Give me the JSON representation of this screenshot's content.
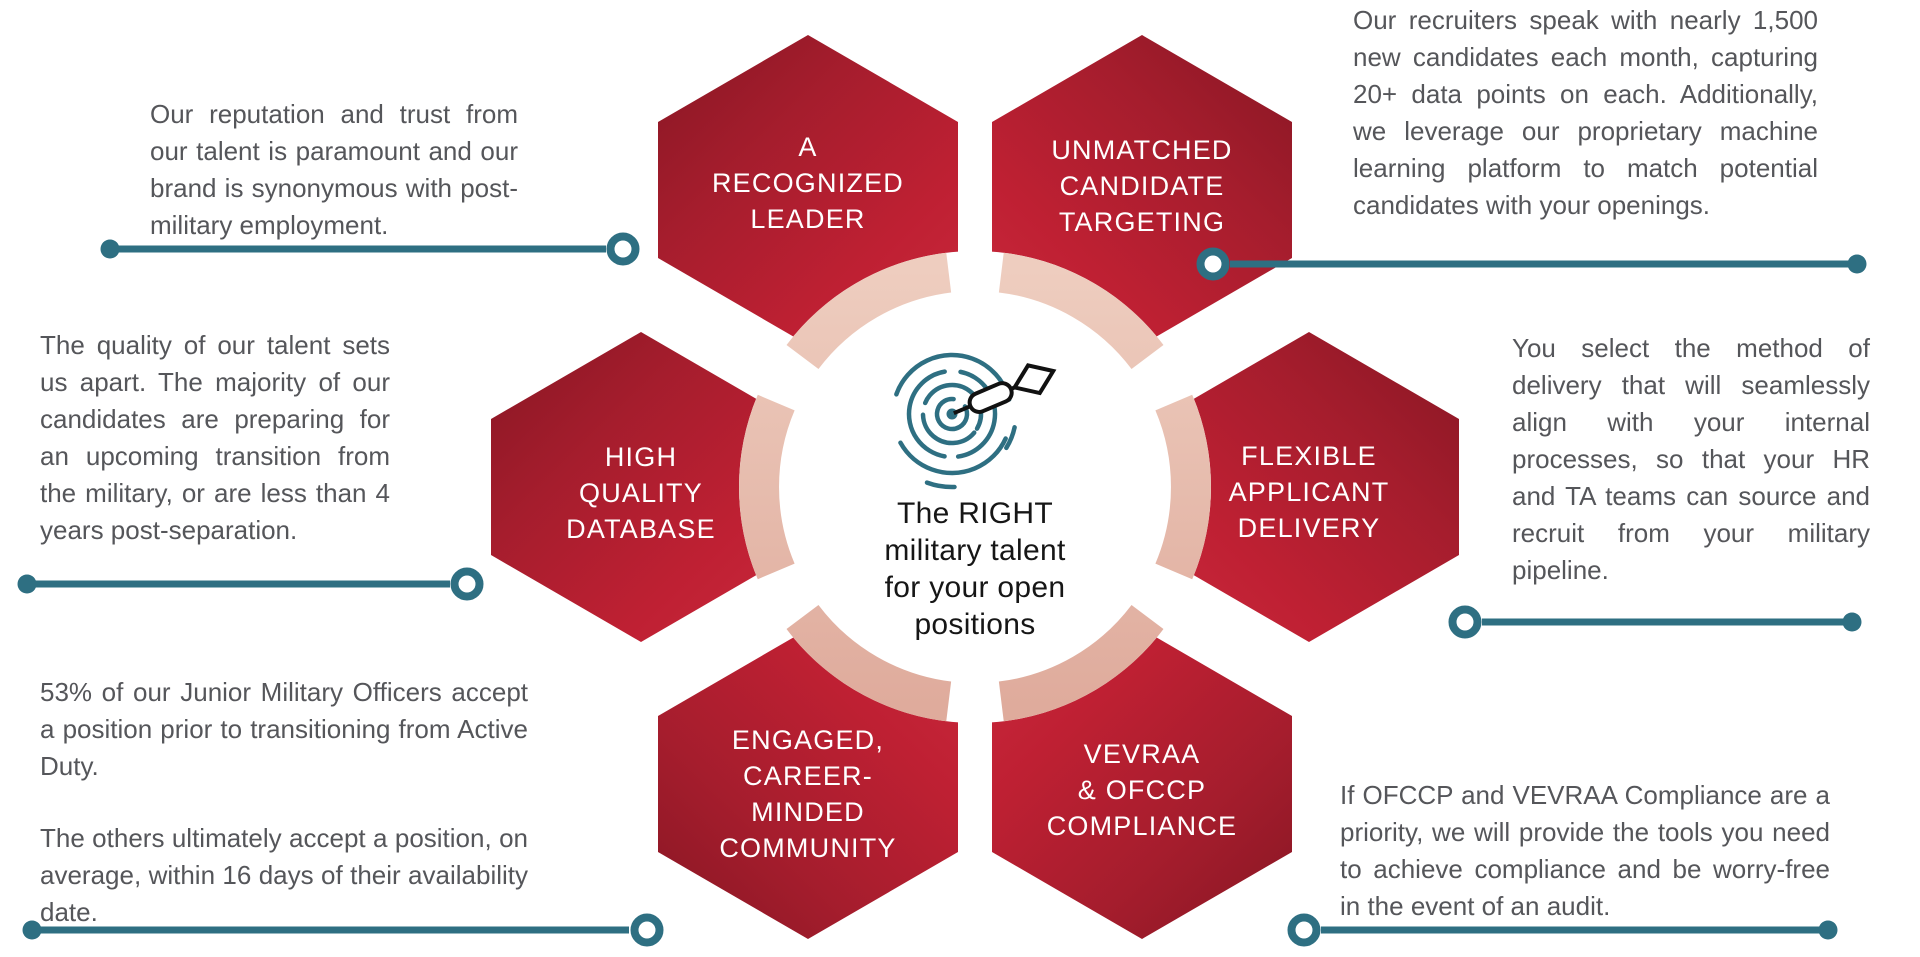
{
  "center": {
    "title": "The RIGHT\nmilitary talent\nfor your open\npositions",
    "icon": "target-with-dart-icon"
  },
  "hexagons": [
    {
      "id": "recognized-leader",
      "label": "A\nRECOGNIZED\nLEADER"
    },
    {
      "id": "candidate-targeting",
      "label": "UNMATCHED\nCANDIDATE\nTARGETING"
    },
    {
      "id": "high-quality-database",
      "label": "HIGH\nQUALITY\nDATABASE"
    },
    {
      "id": "flexible-applicant-delivery",
      "label": "FLEXIBLE\nAPPLICANT\nDELIVERY"
    },
    {
      "id": "engaged-community",
      "label": "ENGAGED,\nCAREER-\nMINDED\nCOMMUNITY"
    },
    {
      "id": "vevraa-ofccp-compliance",
      "label": "VEVRAA\n& OFCCP\nCOMPLIANCE"
    }
  ],
  "notes": {
    "top_left": "Our reputation and trust from our talent is paramount and our brand is synonymous with post-military employment.",
    "mid_left": "The quality of our talent sets us apart. The majority of our candidates are preparing for an upcoming transition from the military, or are less than 4 years post-separation.",
    "bottom_left_p1": "53% of our Junior Military Officers accept a position prior to transitioning from Active Duty.",
    "bottom_left_p2": "The others ultimately accept a position, on average, within 16 days of their availability date.",
    "top_right": "Our recruiters speak with nearly 1,500 new candidates each month, capturing 20+ data points on each. Additionally, we leverage our proprietary machine learning platform to match potential candidates with your openings.",
    "mid_right": "You select the method of delivery that will seamlessly align with your internal processes, so that your HR and TA teams can source and recruit from your military pipeline.",
    "bottom_right": "If OFCCP and VEVRAA Compliance are a priority, we will provide the tools you need to achieve compliance and be worry-free in the event of an audit."
  },
  "colors": {
    "hex_red_bright": "#c5243a",
    "hex_red_dark": "#871623",
    "ring_pink": "#e6bcae",
    "teal": "#2e6f82",
    "text_gray": "#55565a",
    "ink": "#161616"
  }
}
